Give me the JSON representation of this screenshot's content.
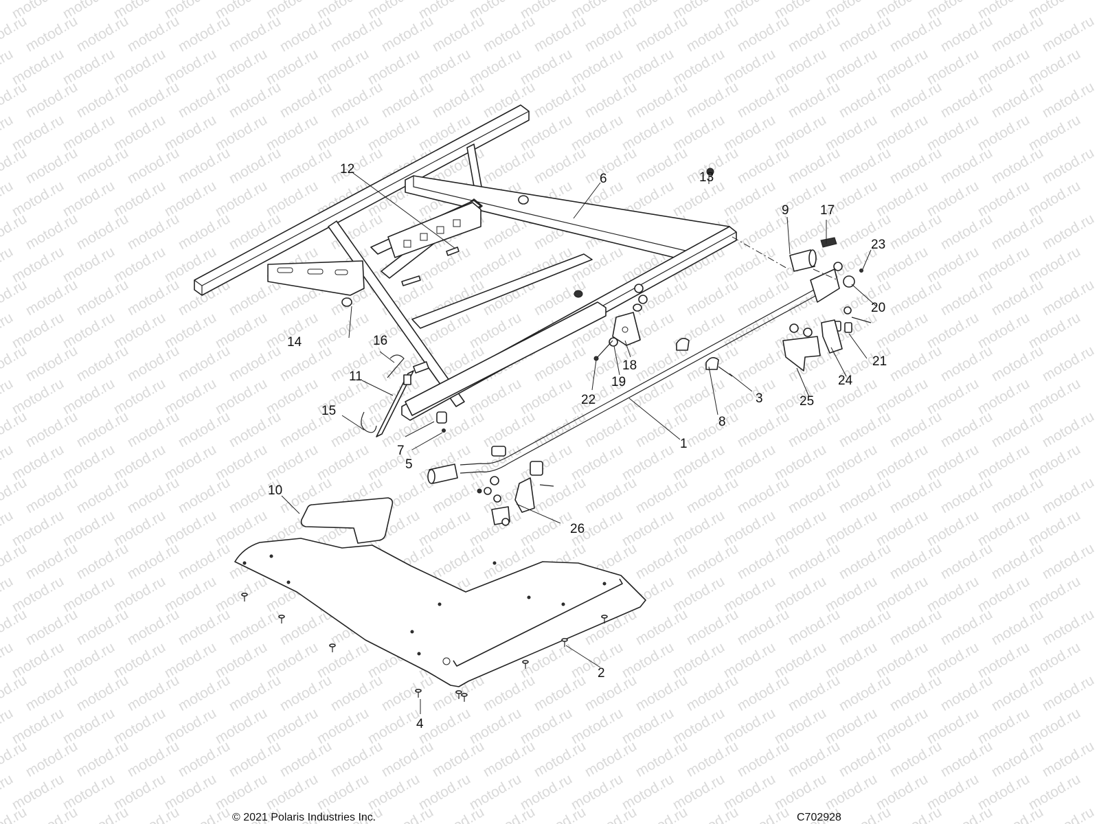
{
  "watermark": {
    "text": "motod.ru",
    "color": "#d9d9d9"
  },
  "callouts": [
    {
      "id": "1"
    },
    {
      "id": "2"
    },
    {
      "id": "3"
    },
    {
      "id": "4"
    },
    {
      "id": "5"
    },
    {
      "id": "6"
    },
    {
      "id": "7"
    },
    {
      "id": "8"
    },
    {
      "id": "9"
    },
    {
      "id": "10"
    },
    {
      "id": "11"
    },
    {
      "id": "12"
    },
    {
      "id": "13"
    },
    {
      "id": "14"
    },
    {
      "id": "15"
    },
    {
      "id": "16"
    },
    {
      "id": "17"
    },
    {
      "id": "18"
    },
    {
      "id": "19"
    },
    {
      "id": "20"
    },
    {
      "id": "21"
    },
    {
      "id": "22"
    },
    {
      "id": "23"
    },
    {
      "id": "24"
    },
    {
      "id": "25"
    },
    {
      "id": "26"
    }
  ],
  "footer": {
    "copyright": "© 2021 Polaris Industries Inc.",
    "drawing_code": "C702928"
  }
}
